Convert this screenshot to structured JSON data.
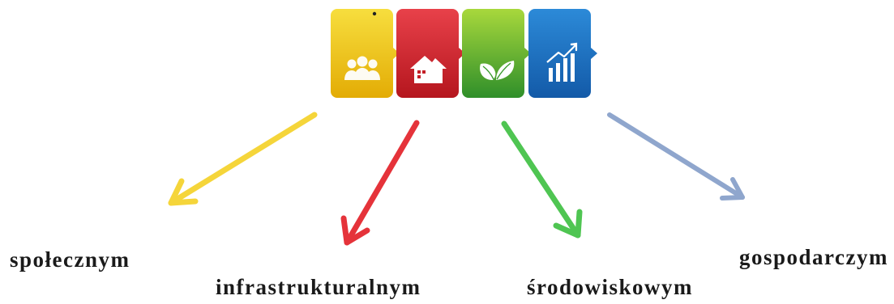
{
  "labels": {
    "social": "społecznym",
    "infrastructure": "infrastrukturalnym",
    "environmental": "środowiskowym",
    "economic": "gospodarczym"
  },
  "icons": [
    {
      "name": "people-icon",
      "color": "#f2c70f",
      "color_light": "#f7de3e",
      "color_dark": "#e0a800"
    },
    {
      "name": "house-icon",
      "color": "#d8252d",
      "color_light": "#e8414a",
      "color_dark": "#b0141c"
    },
    {
      "name": "leaf-icon",
      "color": "#6cbc2c",
      "color_light": "#9fd43c",
      "color_dark": "#2f8f2a"
    },
    {
      "name": "growth-chart-icon",
      "color": "#1f6fc4",
      "color_light": "#2c8ad8",
      "color_dark": "#135aa8"
    }
  ],
  "arrows": [
    {
      "name": "arrow-social",
      "color": "#f5d53a"
    },
    {
      "name": "arrow-infrastructure",
      "color": "#e5333a"
    },
    {
      "name": "arrow-environmental",
      "color": "#4fc552"
    },
    {
      "name": "arrow-economic",
      "color": "#8fa6cd"
    }
  ]
}
